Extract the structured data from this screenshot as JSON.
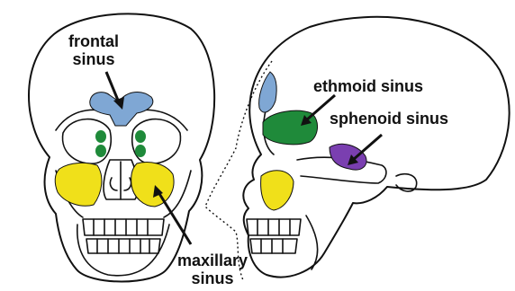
{
  "labels": {
    "frontal_line1": "frontal",
    "frontal_line2": "sinus",
    "ethmoid": "ethmoid sinus",
    "sphenoid": "sphenoid sinus",
    "maxillary_line1": "maxillary",
    "maxillary_line2": "sinus"
  },
  "colors": {
    "frontal": "#7fa7d4",
    "ethmoid": "#1f8a3a",
    "sphenoid": "#7a3fb0",
    "maxillary": "#f0e01a",
    "outline": "#111111"
  }
}
